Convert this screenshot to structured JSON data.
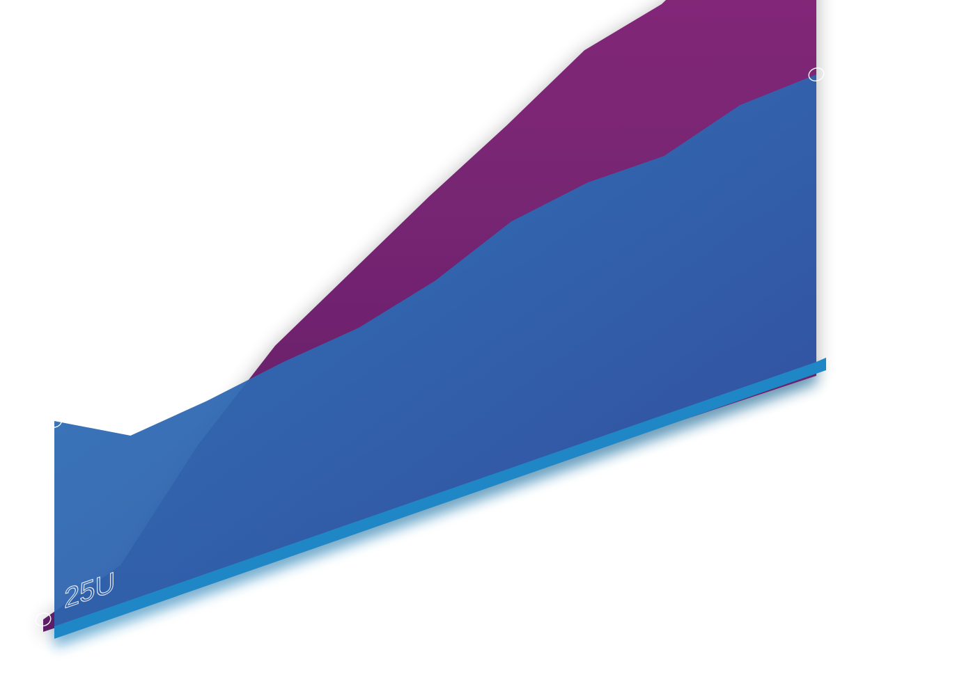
{
  "chart_data": {
    "type": "area",
    "title": "",
    "xlabel": "",
    "ylabel": "",
    "x": [
      0,
      1,
      2,
      3,
      4,
      5,
      6,
      7,
      8,
      9,
      10
    ],
    "series": [
      {
        "name": "",
        "color_top": "#8a2a7c",
        "color_bottom": "#5e1f66",
        "values": [
          3,
          10,
          33,
          51,
          63,
          75,
          86,
          98,
          103,
          115,
          127
        ]
      },
      {
        "name": "",
        "color_top": "#3079bd",
        "color_bottom": "#2d4fa0",
        "values": [
          50,
          40,
          42,
          45,
          47,
          52,
          60,
          63,
          63,
          69,
          70
        ]
      }
    ],
    "data_labels": [
      {
        "series": 0,
        "index": 0,
        "text": "25U"
      }
    ],
    "base_color": "#1f87c6",
    "marker_color": "#ffffff",
    "ylim": [
      0,
      130
    ],
    "grid": false,
    "legend": "none"
  }
}
